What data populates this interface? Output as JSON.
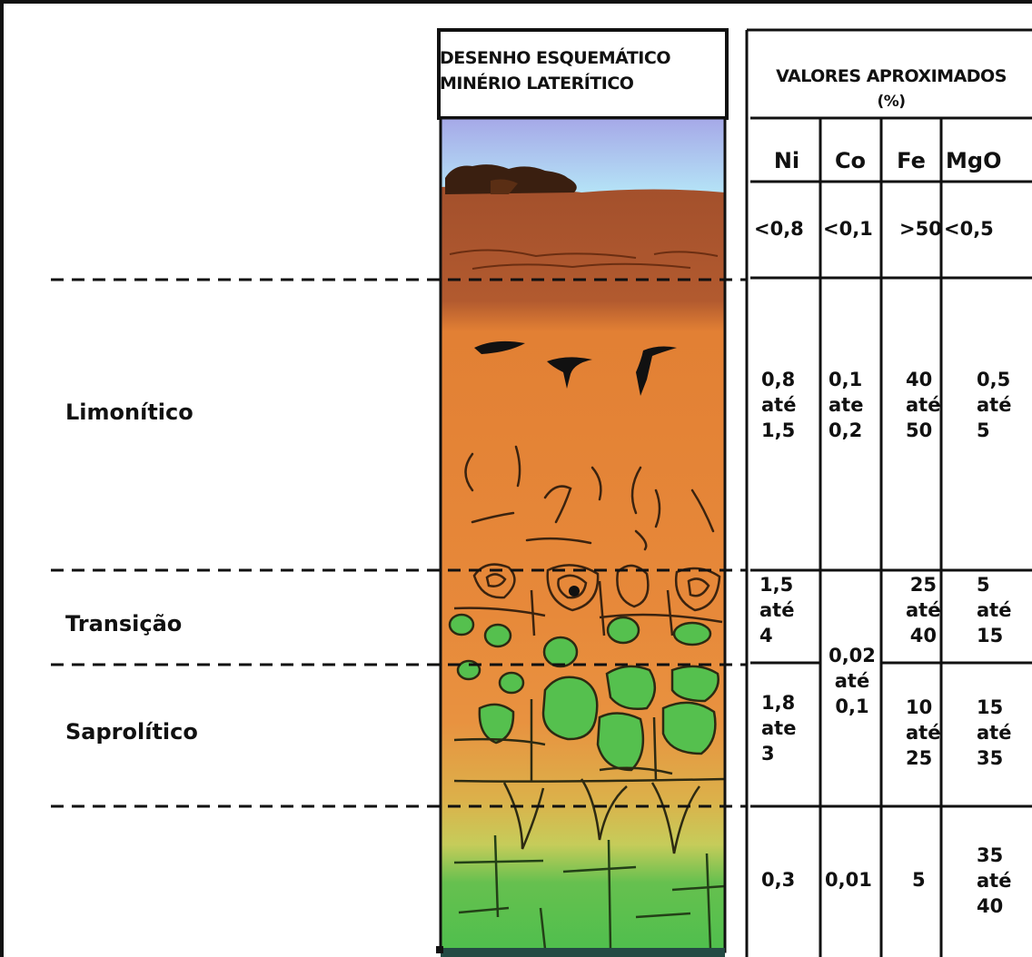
{
  "headers": {
    "left_line1": "DESENHO ESQUEMÁTICO",
    "left_line2": "MINÉRIO LATERÍTICO",
    "right_line1": "VALORES APROXIMADOS",
    "right_line2": "(%)"
  },
  "columns": [
    "Ni",
    "Co",
    "Fe",
    "MgO"
  ],
  "zones": [
    "Limonítico",
    "Transição",
    "Saprolítico"
  ],
  "rows": [
    {
      "Ni": [
        "<0,8"
      ],
      "Co": [
        "<0,1"
      ],
      "Fe": [
        ">50"
      ],
      "MgO": [
        "<0,5"
      ]
    },
    {
      "Ni": [
        "0,8",
        "até",
        "1,5"
      ],
      "Co": [
        "0,1",
        "ate",
        "0,2"
      ],
      "Fe": [
        "40",
        "até",
        "50"
      ],
      "MgO": [
        "0,5",
        "até",
        "5"
      ]
    },
    {
      "Ni": [
        "1,5",
        "até",
        "4"
      ],
      "Fe": [
        "25",
        "até",
        "40"
      ],
      "MgO": [
        "5",
        "até",
        "15"
      ]
    },
    {
      "Ni": [
        "1,8",
        "ate",
        "3"
      ],
      "Fe": [
        "10",
        "até",
        "25"
      ],
      "MgO": [
        "15",
        "até",
        "35"
      ]
    },
    {
      "Ni": [
        "0,3"
      ],
      "Co": [
        "0,01"
      ],
      "Fe": [
        "5"
      ],
      "MgO": [
        "35",
        "até",
        "40"
      ]
    }
  ],
  "co_merged": [
    "0,02",
    "até",
    "0,1"
  ],
  "colors": {
    "sky_top": "#a9aee8",
    "sky_bottom": "#b4e2f6",
    "laterite_crust": "#3a2010",
    "brown_zone": "#a5522c",
    "limonite": "#e68636",
    "saprolite_green": "#52bf4f",
    "outline": "#111111"
  }
}
